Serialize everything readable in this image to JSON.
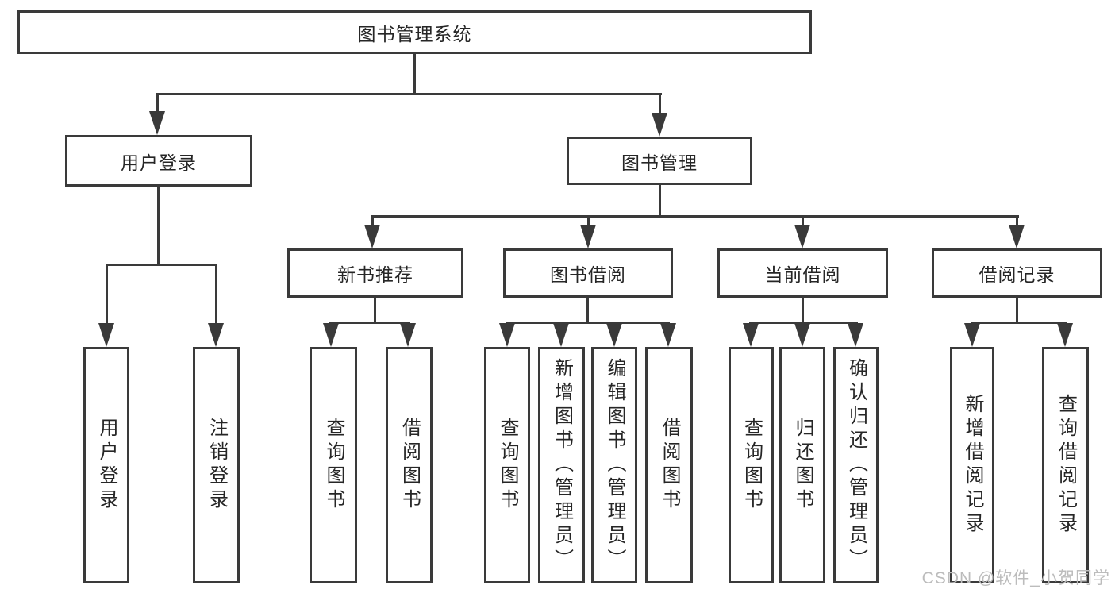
{
  "tree": {
    "root": "图书管理系统",
    "login": {
      "label": "用户登录",
      "children": [
        "用户登录",
        "注销登录"
      ]
    },
    "mgmt": {
      "label": "图书管理"
    },
    "new_books": {
      "label": "新书推荐",
      "children": [
        "查询图书",
        "借阅图书"
      ]
    },
    "borrowing": {
      "label": "图书借阅",
      "children": [
        "查询图书",
        "新增图书（管理员）",
        "编辑图书（管理员）",
        "借阅图书"
      ]
    },
    "current": {
      "label": "当前借阅",
      "children": [
        "查询图书",
        "归还图书",
        "确认归还（管理员）"
      ]
    },
    "records": {
      "label": "借阅记录",
      "children": [
        "新增借阅记录",
        "查询借阅记录"
      ]
    }
  },
  "colors": {
    "line": "#3a3a3a",
    "text": "#262626",
    "watermark": "#bcbcbc"
  },
  "watermark": "CSDN @软件_小贺同学"
}
